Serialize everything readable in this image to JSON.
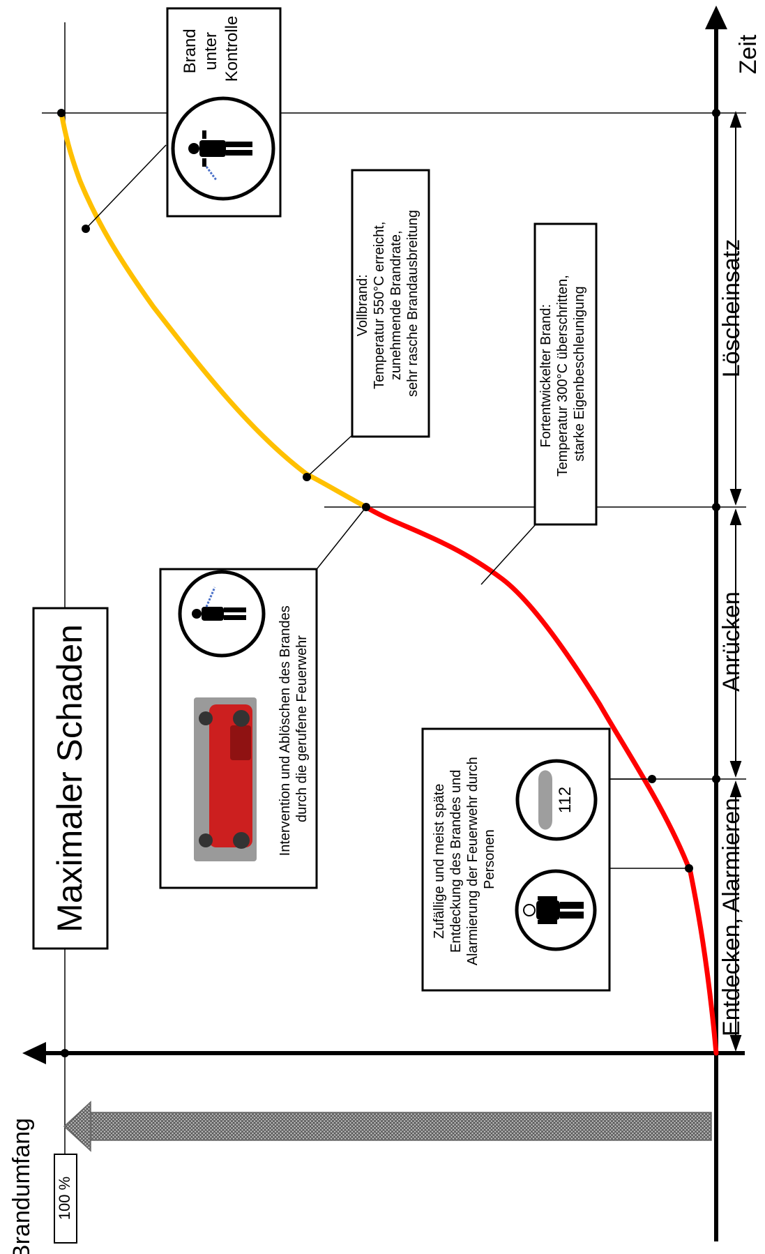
{
  "axes": {
    "y_label": "Brandumfang",
    "x_label": "Zeit",
    "percent_label": "100 %"
  },
  "max_damage": "Maximaler Schaden",
  "phases": {
    "phase1": "Entdecken, Alarmieren",
    "phase2": "Anrücken",
    "phase3": "Löscheinsatz"
  },
  "boxes": {
    "discovery": [
      "Zufällige und meist späte",
      "Entdeckung des Brandes und",
      "Alarmierung der Feuerwehr durch",
      "Personen"
    ],
    "phone_number": "112",
    "intervention": [
      "Intervention und Ablöschen des Brandes",
      "durch die gerufene Feuerwehr"
    ],
    "developed": [
      "Fortentwickelter Brand:",
      "Temperatur 300°C überschritten,",
      "starke Eigenbeschleunigung"
    ],
    "full_fire": [
      "Vollbrand:",
      "Temperatur 550°C erreicht,",
      "zunehmende Brandrate,",
      "sehr rasche Brandausbreitung"
    ],
    "control": [
      "Brand",
      "unter",
      "Kontrolle"
    ]
  },
  "colors": {
    "early_phase": "#ff0000",
    "late_phase": "#ffc000",
    "damage_arrow": "#7f7f7f",
    "truck": "#cc1f1f"
  }
}
